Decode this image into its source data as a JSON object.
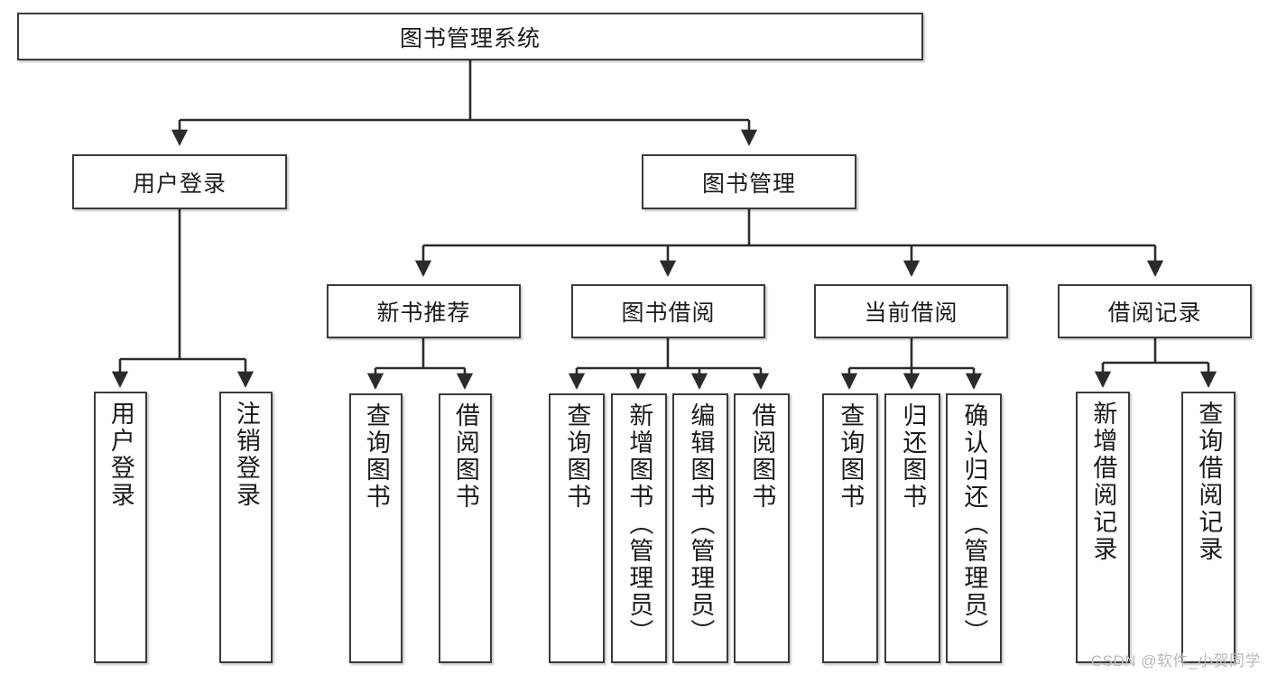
{
  "diagram": {
    "type": "tree-hierarchy-function-chart",
    "title": "图书管理系统",
    "watermark": "CSDN @软件_小贺同学",
    "colors": {
      "box_border": "#3b3b3b",
      "box_fill": "#ffffff",
      "edge": "#2b2b2b",
      "text": "#1b1b1b",
      "watermark": "#b9b9b9"
    },
    "levels": {
      "root": {
        "label": "图书管理系统"
      },
      "level2": [
        {
          "id": "user-login",
          "label": "用户登录"
        },
        {
          "id": "book-manage",
          "label": "图书管理"
        }
      ],
      "level3": [
        {
          "id": "new-book-rec",
          "label": "新书推荐",
          "parent": "book-manage"
        },
        {
          "id": "book-borrow",
          "label": "图书借阅",
          "parent": "book-manage"
        },
        {
          "id": "current-borrow",
          "label": "当前借阅",
          "parent": "book-manage"
        },
        {
          "id": "borrow-record",
          "label": "借阅记录",
          "parent": "book-manage"
        }
      ],
      "leaves": {
        "user-login": [
          {
            "id": "leaf-user-login",
            "label": "用户登录"
          },
          {
            "id": "leaf-user-logout",
            "label": "注销登录"
          }
        ],
        "new-book-rec": [
          {
            "id": "leaf-query-book-1",
            "label": "查询图书"
          },
          {
            "id": "leaf-borrow-book-1",
            "label": "借阅图书"
          }
        ],
        "book-borrow": [
          {
            "id": "leaf-query-book-2",
            "label": "查询图书"
          },
          {
            "id": "leaf-add-book",
            "label": "新增图书（管理员）"
          },
          {
            "id": "leaf-edit-book",
            "label": "编辑图书（管理员）"
          },
          {
            "id": "leaf-borrow-book-2",
            "label": "借阅图书"
          }
        ],
        "current-borrow": [
          {
            "id": "leaf-query-book-3",
            "label": "查询图书"
          },
          {
            "id": "leaf-return-book",
            "label": "归还图书"
          },
          {
            "id": "leaf-confirm-return",
            "label": "确认归还（管理员）"
          }
        ],
        "borrow-record": [
          {
            "id": "leaf-add-record",
            "label": "新增借阅记录"
          },
          {
            "id": "leaf-query-record",
            "label": "查询借阅记录"
          }
        ]
      }
    }
  }
}
